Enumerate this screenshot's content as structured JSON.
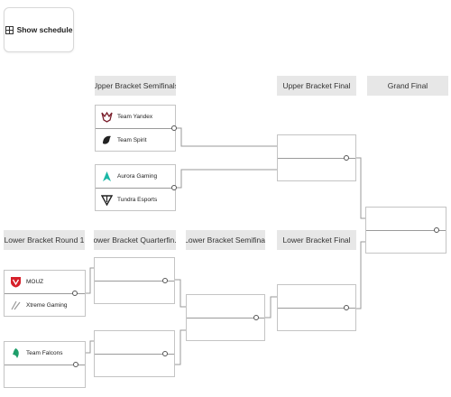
{
  "toolbar": {
    "show_schedule_label": "Show schedule",
    "icon": "grid-icon"
  },
  "headers": {
    "upper_semis": "Upper Bracket Semifinals",
    "upper_final": "Upper Bracket Final",
    "grand_final": "Grand Final",
    "lower_r1": "Lower Bracket Round 1",
    "lower_qf": "Lower Bracket Quarterfin...",
    "lower_semi": "Lower Bracket Semifinal",
    "lower_final": "Lower Bracket Final"
  },
  "teams": {
    "yandex": "Team Yandex",
    "spirit": "Team Spirit",
    "aurora": "Aurora Gaming",
    "tundra": "Tundra Esports",
    "mouz": "MOUZ",
    "xtreme": "Xtreme Gaming",
    "falcons": "Team Falcons"
  },
  "colors": {
    "header_bg": "#e7e7e7",
    "mouz_red": "#d6202a",
    "aurora_teal": "#1bb8a6",
    "falcons_green": "#1f9e6a",
    "yandex_red": "#7a1e2b"
  }
}
